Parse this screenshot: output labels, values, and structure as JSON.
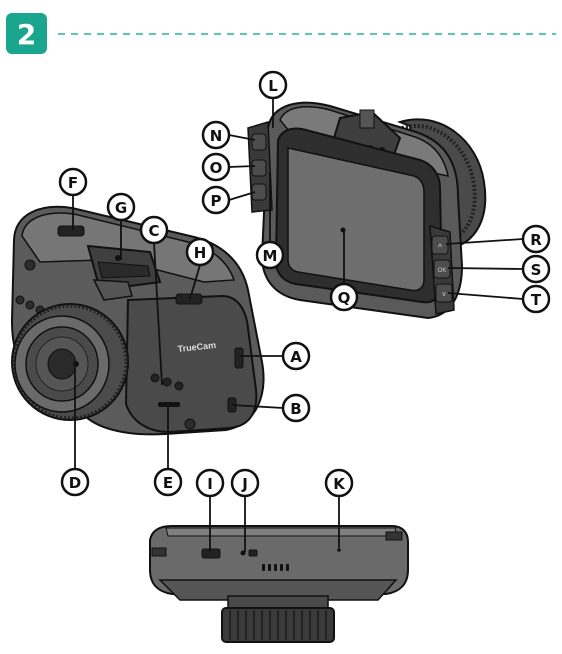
{
  "section": {
    "number": "2",
    "badge_color": "#1aa58f",
    "rule_color": "#5fc4b5"
  },
  "brand": "TrueCam",
  "screen_buttons": {
    "up": "^",
    "ok": "OK",
    "down": "v"
  },
  "callouts": [
    "A",
    "B",
    "C",
    "D",
    "E",
    "F",
    "G",
    "H",
    "I",
    "J",
    "K",
    "L",
    "M",
    "N",
    "O",
    "P",
    "Q",
    "R",
    "S",
    "T"
  ],
  "icons": [
    "camera-front-view",
    "camera-rear-view",
    "camera-bottom-view"
  ]
}
